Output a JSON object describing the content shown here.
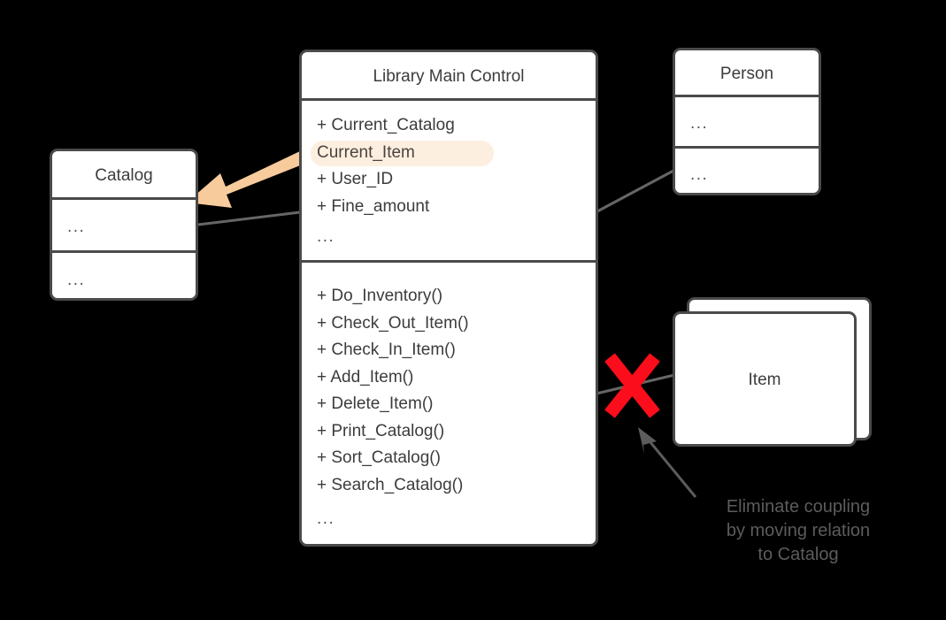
{
  "diagram": {
    "type": "uml-class-diagram",
    "background_color": "#000000",
    "box_border_color": "#4a4a4a",
    "box_fill_color": "#ffffff",
    "text_color": "#3c3c3c",
    "connector_color": "#666666",
    "highlight_color": "#fdefdf",
    "callout_arrow_color": "#f8cb9c",
    "cross_mark_color": "#fc0d1b",
    "annotation_color": "#5c5c5c"
  },
  "classes": {
    "library": {
      "title": "Library Main Control",
      "attributes": [
        {
          "text": "+ Current_Catalog",
          "highlighted": false
        },
        {
          "text": "Current_Item",
          "highlighted": true
        },
        {
          "text": "+ User_ID",
          "highlighted": false
        },
        {
          "text": "+ Fine_amount",
          "highlighted": false
        }
      ],
      "attributes_ellipsis": "...",
      "methods": [
        {
          "text": "+ Do_Inventory()"
        },
        {
          "text": "+ Check_Out_Item()"
        },
        {
          "text": "+ Check_In_Item()"
        },
        {
          "text": "+ Add_Item()"
        },
        {
          "text": "+ Delete_Item()"
        },
        {
          "text": "+ Print_Catalog()"
        },
        {
          "text": "+ Sort_Catalog()"
        },
        {
          "text": "+ Search_Catalog()"
        }
      ],
      "methods_ellipsis": "..."
    },
    "catalog": {
      "title": "Catalog",
      "compartment_1": "...",
      "compartment_2": "..."
    },
    "person": {
      "title": "Person",
      "compartment_1": "...",
      "compartment_2": "..."
    },
    "item": {
      "title": "Item",
      "stacked": true
    }
  },
  "annotation": {
    "lines": [
      "Eliminate coupling",
      "by moving relation",
      "to Catalog"
    ]
  },
  "markers": {
    "cross_label": "red-x-delete-relation",
    "callout_arrow_label": "move-attribute-to-catalog"
  }
}
